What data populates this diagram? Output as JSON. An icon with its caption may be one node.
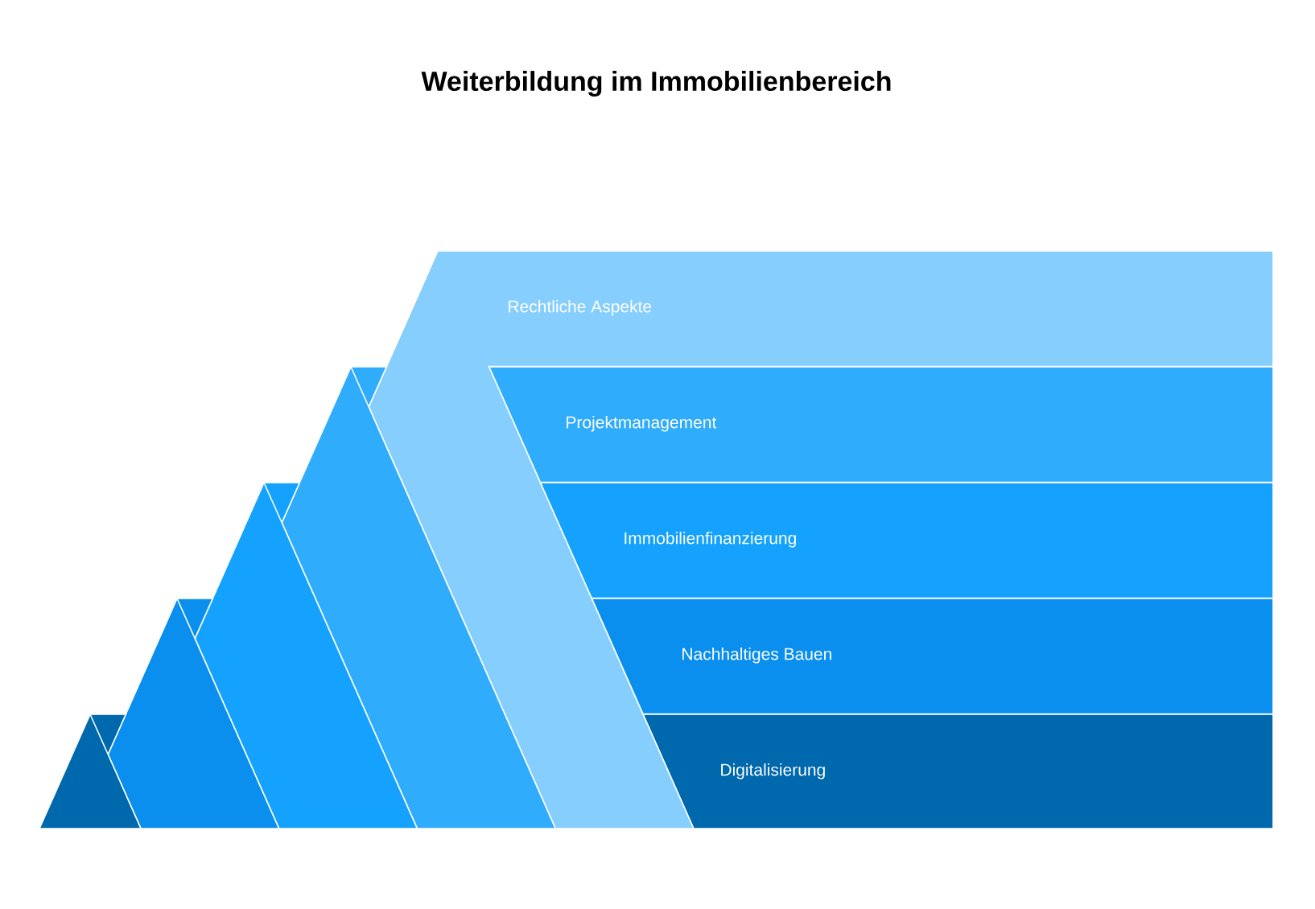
{
  "diagram": {
    "title": "Weiterbildung im Immobilienbereich",
    "nodes": [
      {
        "text": [
          "Rechtliche Aspekte"
        ]
      },
      {
        "text": [
          "Projektmanagement"
        ]
      },
      {
        "text": [
          "Immobilienfinanzierung"
        ]
      },
      {
        "text": [
          "Nachhaltiges Bauen"
        ]
      },
      {
        "text": [
          "Digitalisierung"
        ]
      }
    ]
  }
}
